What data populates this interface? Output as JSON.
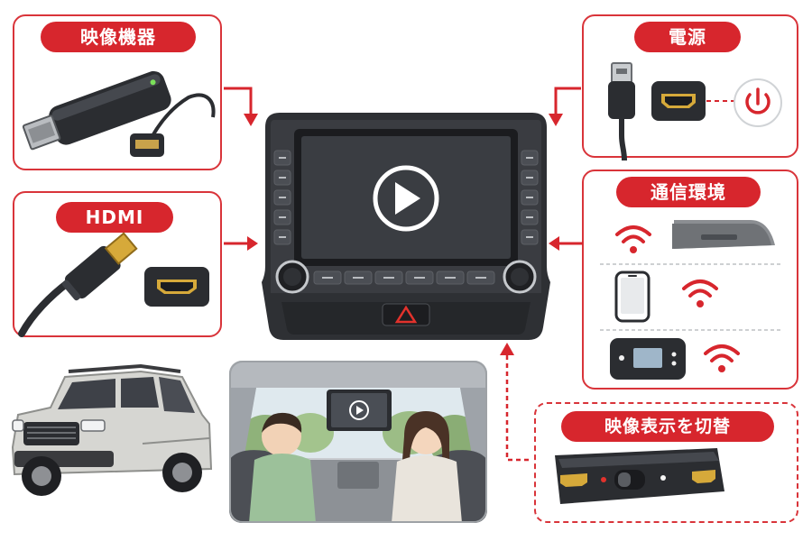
{
  "labels": {
    "video_devices": "映像機器",
    "hdmi": "HDMI",
    "power": "電源",
    "network": "通信環境",
    "switch_display": "映像表示を切替"
  },
  "colors": {
    "accent": "#d7262d",
    "panel_border": "#d9343a",
    "device_dark": "#2b2d31",
    "screen": "#3a3d42"
  },
  "icons": [
    "hdmi-stick-icon",
    "hdmi-adapter-icon",
    "hdmi-cable-icon",
    "hdmi-port-icon",
    "usb-cable-icon",
    "power-button-icon",
    "wifi-icon",
    "car-router-icon",
    "smartphone-icon",
    "pocket-wifi-icon",
    "hdmi-switch-icon",
    "play-icon",
    "hazard-icon",
    "car-icon",
    "car-interior-icon"
  ]
}
